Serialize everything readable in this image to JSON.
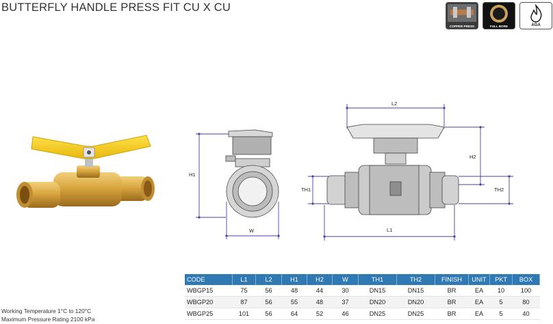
{
  "title": "BUTTERFLY HANDLE PRESS FIT CU X CU",
  "badges": [
    {
      "name": "copper-press-badge",
      "label": "COPPER PRESS"
    },
    {
      "name": "full-bore-badge",
      "label": "FULL BORE"
    },
    {
      "name": "aga-badge",
      "label": "AGA"
    }
  ],
  "dimensions": {
    "h1": "H1",
    "w": "W",
    "l2": "L2",
    "h2": "H2",
    "th1": "TH1",
    "th2": "TH2",
    "l1": "L1"
  },
  "colors": {
    "header_blue": "#2f79b5",
    "dimension_line": "#4a3f9e",
    "handle_yellow": "#f7c91a",
    "brass": "#d9a640"
  },
  "table": {
    "columns": [
      "CODE",
      "L1",
      "L2",
      "H1",
      "H2",
      "W",
      "TH1",
      "TH2",
      "FINISH",
      "UNIT",
      "PKT",
      "BOX"
    ],
    "rows": [
      [
        "WBGP15",
        "75",
        "56",
        "48",
        "44",
        "30",
        "DN15",
        "DN15",
        "BR",
        "EA",
        "10",
        "100"
      ],
      [
        "WBGP20",
        "87",
        "56",
        "55",
        "48",
        "37",
        "DN20",
        "DN20",
        "BR",
        "EA",
        "5",
        "80"
      ],
      [
        "WBGP25",
        "101",
        "56",
        "64",
        "52",
        "46",
        "DN25",
        "DN25",
        "BR",
        "EA",
        "5",
        "40"
      ]
    ]
  },
  "specs": {
    "working_temperature": "Working Temperature  1°C to 120°C",
    "max_pressure": "Maximum Pressure Rating  2100 kPa"
  }
}
